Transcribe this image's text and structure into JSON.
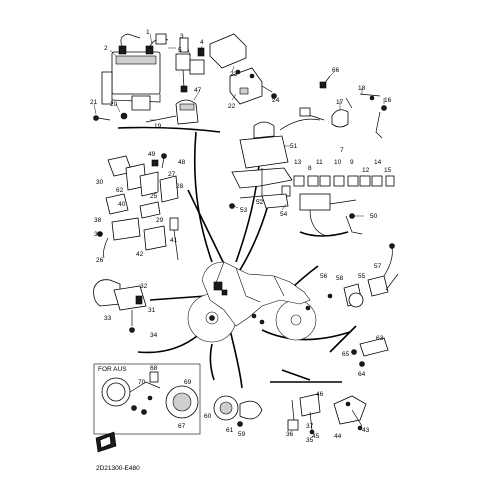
{
  "diagram": {
    "region_note": "FOR AUS",
    "code": "2D21300-E480",
    "part_numbers": [
      "1",
      "2",
      "3",
      "4",
      "5",
      "16",
      "17",
      "18",
      "19",
      "20",
      "21",
      "22",
      "23",
      "24",
      "25",
      "26",
      "27",
      "28",
      "29",
      "30",
      "31",
      "32",
      "33",
      "34",
      "35",
      "36",
      "37",
      "38",
      "39",
      "40",
      "41",
      "42",
      "43",
      "44",
      "45",
      "46",
      "47",
      "48",
      "49",
      "50",
      "51",
      "52",
      "53",
      "54",
      "55",
      "56",
      "57",
      "58",
      "59",
      "60",
      "61",
      "62",
      "63",
      "64",
      "65",
      "66",
      "67",
      "68",
      "69",
      "70",
      "7",
      "8",
      "9",
      "10",
      "11",
      "12",
      "13",
      "14",
      "15"
    ]
  }
}
